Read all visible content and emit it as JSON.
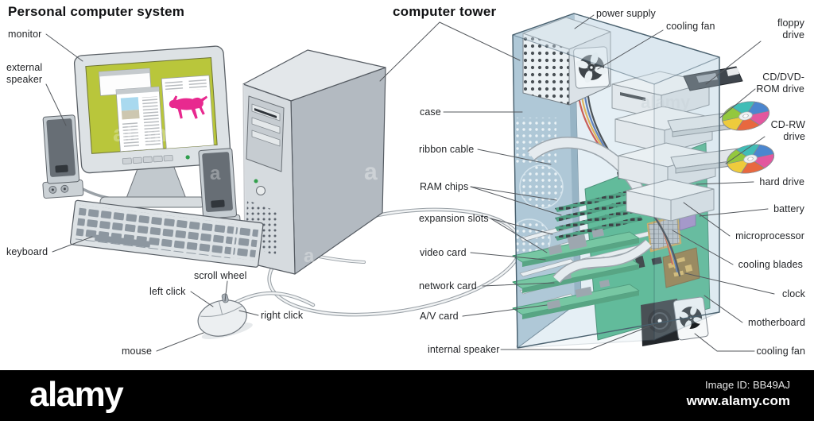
{
  "titles": {
    "system": "Personal computer system",
    "tower": "computer tower"
  },
  "labels": {
    "monitor": "monitor",
    "external_speaker": "external speaker",
    "keyboard": "keyboard",
    "scroll_wheel": "scroll wheel",
    "left_click": "left click",
    "right_click": "right click",
    "mouse": "mouse",
    "power_supply": "power supply",
    "cooling_fan_top": "cooling fan",
    "floppy_drive": "floppy drive",
    "cd_dvd_rom_drive": "CD/DVD-ROM drive",
    "cd_rw_drive": "CD-RW drive",
    "hard_drive": "hard drive",
    "battery": "battery",
    "microprocessor": "microprocessor",
    "cooling_blades": "cooling blades",
    "clock": "clock",
    "motherboard": "motherboard",
    "cooling_fan_bottom": "cooling fan",
    "case": "case",
    "ribbon_cable": "ribbon cable",
    "ram_chips": "RAM chips",
    "expansion_slots": "expansion slots",
    "video_card": "video card",
    "network_card": "network card",
    "av_card": "A/V card",
    "internal_speaker": "internal speaker"
  },
  "watermark": {
    "letter": "a",
    "word": "alamy"
  },
  "footer": {
    "logo": "alamy",
    "image_id": "Image ID: BB49AJ",
    "website": "www.alamy.com"
  },
  "colors": {
    "screen_olive": "#b9c63b",
    "horse_pink": "#e8298f",
    "motherboard_green": "#43b184",
    "case_blue": "#a7c1d2",
    "footer_bg": "#000000"
  }
}
